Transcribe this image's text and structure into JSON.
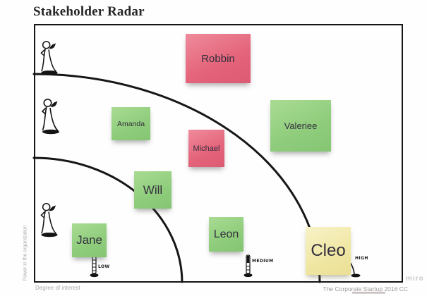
{
  "title": "Stakeholder Radar",
  "axes": {
    "y_label": "Power in the organization",
    "x_label": "Degree of interest"
  },
  "levels": {
    "low": "LOW",
    "medium": "MEDIUM",
    "high": "HIGH"
  },
  "stickies": [
    {
      "label": "Robbin",
      "color": "#e4647b"
    },
    {
      "label": "Amanda",
      "color": "#8fcd7c"
    },
    {
      "label": "Michael",
      "color": "#e4647b"
    },
    {
      "label": "Valeriee",
      "color": "#8fcd7c"
    },
    {
      "label": "Will",
      "color": "#8fcd7c"
    },
    {
      "label": "Jane",
      "color": "#8fcd7c"
    },
    {
      "label": "Leon",
      "color": "#8fcd7c"
    },
    {
      "label": "Cleo",
      "color": "#f0e7a4"
    }
  ],
  "colors": {
    "sticky_pink": "#e4647b",
    "sticky_green": "#8fcd7c",
    "sticky_yellow": "#f0e7a4",
    "line": "#161616",
    "muted_text": "#9a9a9a"
  },
  "footer": {
    "credit": "The Corporate Startup 2016 CC",
    "watermark": "miro"
  }
}
